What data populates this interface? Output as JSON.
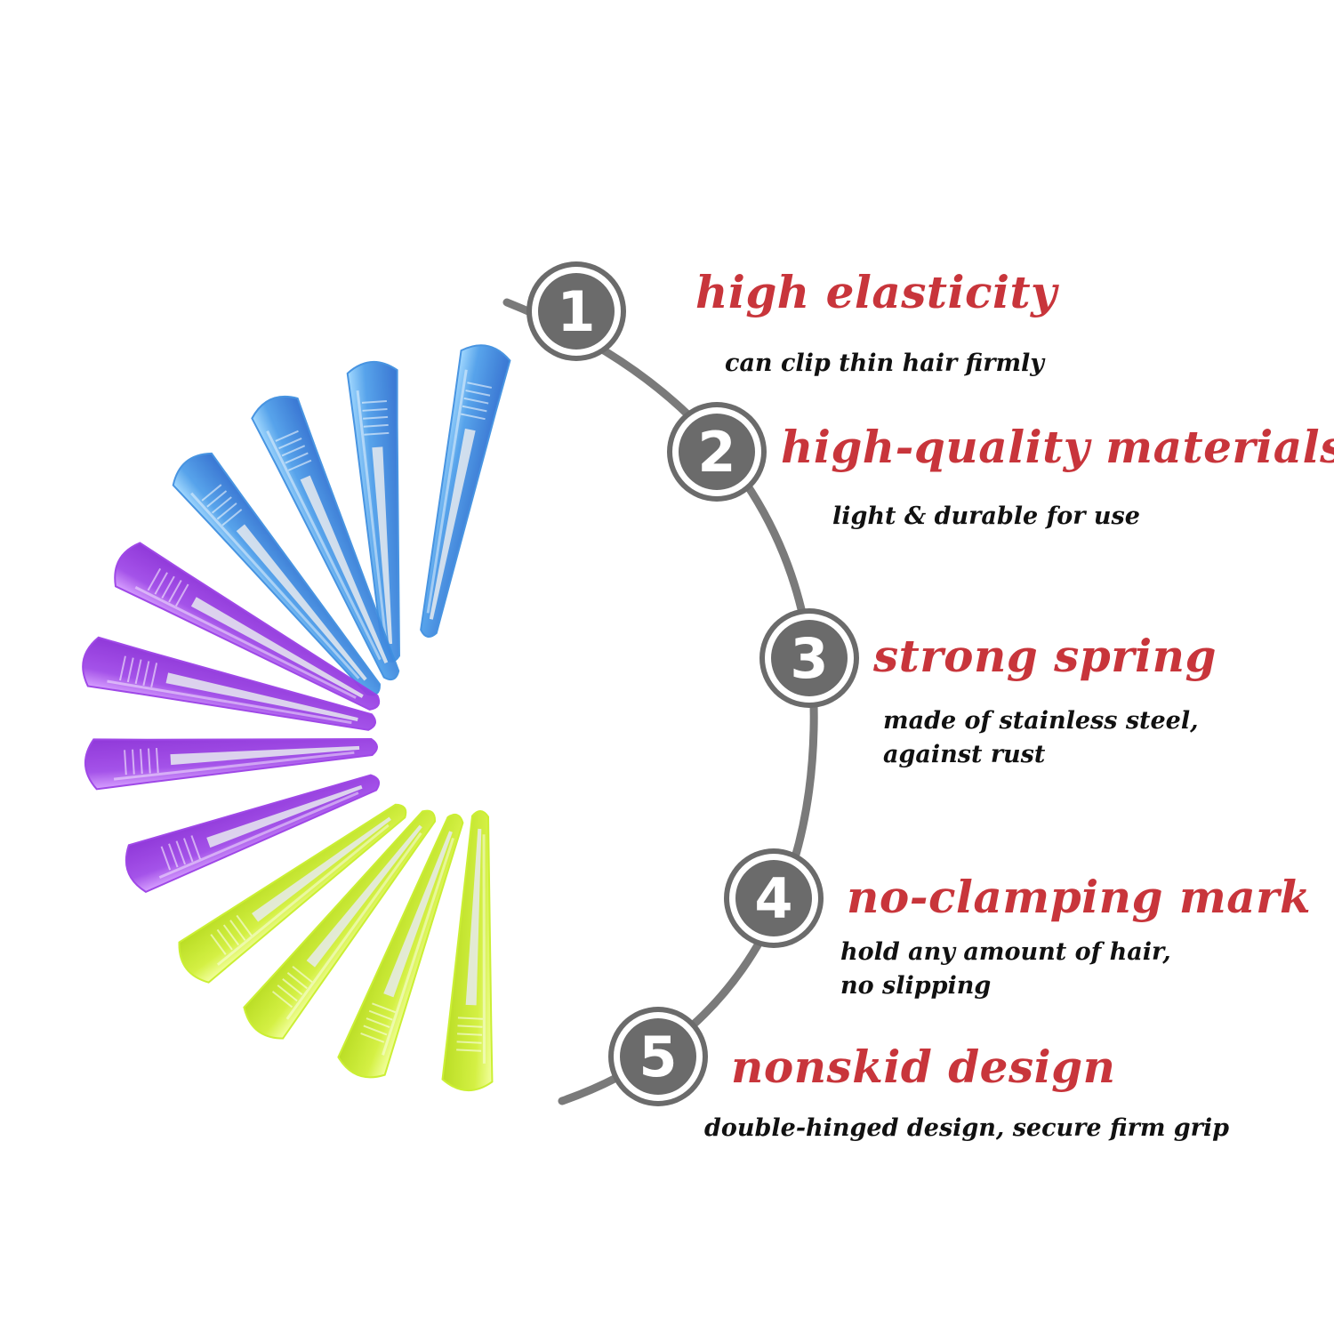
{
  "colors": {
    "title": "#c8353b",
    "desc": "#111111",
    "arc": "#7a7a7a",
    "badge_fill": "#6b6b6b",
    "badge_ring": "#ffffff",
    "badge_outline": "#6b6b6b",
    "clip_blue": "#3f8fe0",
    "clip_purple": "#9a3fe6",
    "clip_green": "#c9ef2a"
  },
  "features": [
    {
      "number": "1",
      "title": "high elasticity",
      "desc_lines": [
        "can clip thin hair firmly"
      ]
    },
    {
      "number": "2",
      "title": "high-quality materials",
      "desc_lines": [
        "light & durable for use"
      ]
    },
    {
      "number": "3",
      "title": "strong spring",
      "desc_lines": [
        "made of stainless steel,",
        "against rust"
      ]
    },
    {
      "number": "4",
      "title": "no-clamping mark",
      "desc_lines": [
        "hold any amount of hair,",
        "no slipping"
      ]
    },
    {
      "number": "5",
      "title": "nonskid design",
      "desc_lines": [
        "double-hinged design, secure firm grip"
      ]
    }
  ],
  "clips": {
    "fan": [
      "blue",
      "blue",
      "blue",
      "blue",
      "purple",
      "purple",
      "purple",
      "purple",
      "green",
      "green",
      "green",
      "green"
    ]
  }
}
